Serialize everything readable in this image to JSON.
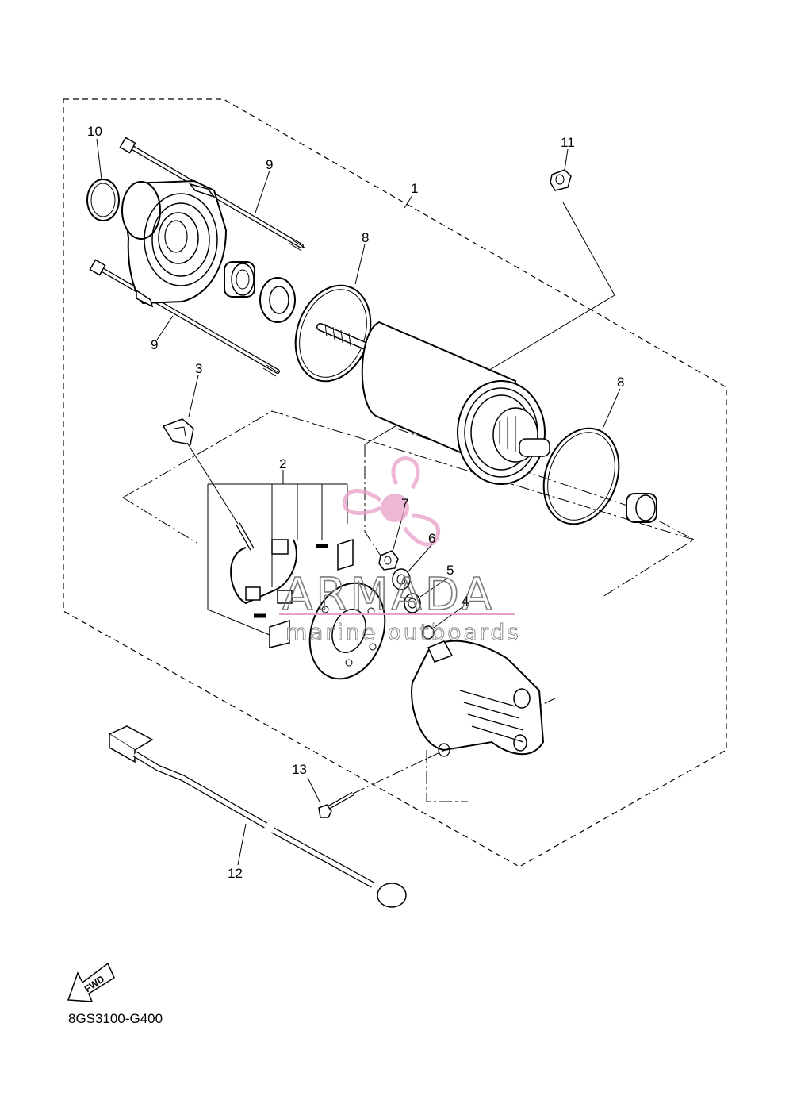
{
  "callouts": {
    "c1": "1",
    "c2": "2",
    "c3": "3",
    "c4": "4",
    "c5": "5",
    "c6": "6",
    "c7": "7",
    "c8a": "8",
    "c8b": "8",
    "c9a": "9",
    "c9b": "9",
    "c10": "10",
    "c11": "11",
    "c12": "12",
    "c13": "13"
  },
  "watermark": {
    "brand": "ARMADA",
    "tagline": "marine outboards",
    "accent_color": "#e8a0c8"
  },
  "fwd_label": "FWD",
  "diagram_code": "8GS3100-G400"
}
